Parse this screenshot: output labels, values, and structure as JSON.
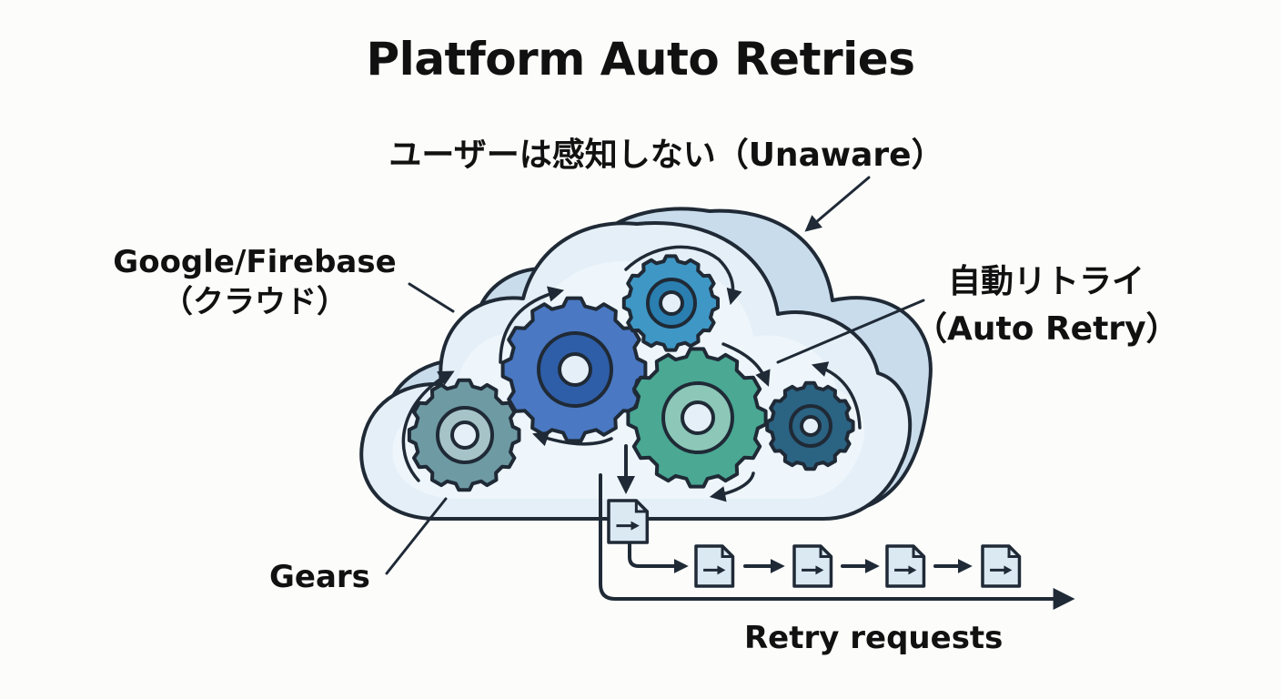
{
  "title": "Platform Auto Retries",
  "unaware_label": "ユーザーは感知しない（Unaware）",
  "cloud_label": {
    "line1": "Google/Firebase",
    "line2": "（クラウド）"
  },
  "auto_retry_label": {
    "line1": "自動リトライ",
    "line2": "（Auto Retry）"
  },
  "gears_label": "Gears",
  "retry_requests_label": "Retry requests",
  "colors": {
    "ink": "#1f2a36",
    "cloud_fill": "#e4eff7",
    "cloud_back": "#c9dceb",
    "gear_gray": "#6e9aa3",
    "gear_blue": "#4a78c3",
    "gear_sky": "#3f97c6",
    "gear_teal": "#4aa893",
    "gear_navy": "#2b6383",
    "doc_fill": "#dbe9f3"
  },
  "icons": [
    "gear-icon",
    "document-icon",
    "arrow-icon"
  ]
}
